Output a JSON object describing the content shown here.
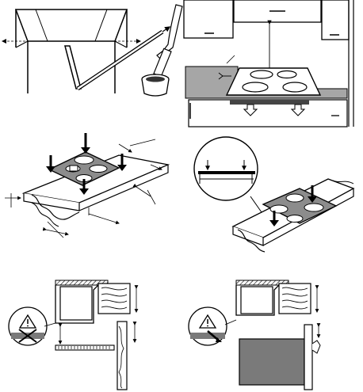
{
  "panels": [
    {
      "id": "panel-cabinet-seal-strip"
    },
    {
      "id": "panel-hob-clearances"
    },
    {
      "id": "panel-cutout-placement"
    },
    {
      "id": "panel-hob-insertion"
    },
    {
      "id": "panel-oven-clearance-warning"
    },
    {
      "id": "panel-drawer-clearance-warning"
    }
  ],
  "icons": [
    "warning-icon",
    "no-touch-icon",
    "arrow-down-icon"
  ],
  "colors": {
    "line": "#000000",
    "hob_glass": "#8c8c8c",
    "worktop_shade": "#a6a6a6",
    "dark_panel": "#7a7a7a",
    "background": "#ffffff"
  }
}
